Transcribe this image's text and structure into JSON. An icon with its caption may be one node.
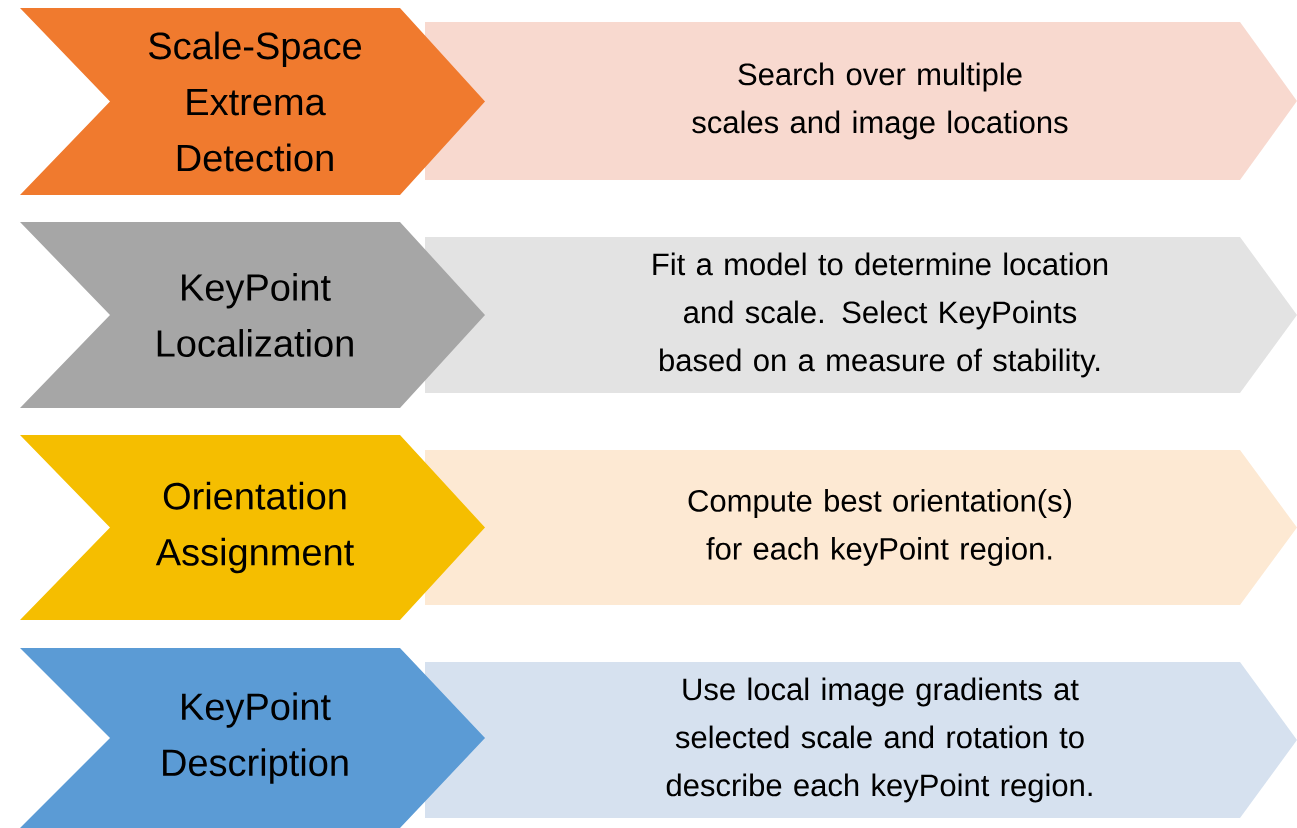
{
  "diagram": {
    "nodes": [
      {
        "text": [
          "Scale-Space Extrema Detection"
        ]
      },
      {
        "text": [
          "Search over multiple scales and image locations"
        ]
      },
      {
        "text": [
          "KeyPoint Localization"
        ]
      },
      {
        "text": [
          "Fit a model to determine location and scale. Select KeyPoints based on a measure of stability."
        ]
      },
      {
        "text": [
          "Orientation Assignment"
        ]
      },
      {
        "text": [
          "Compute best orientation(s) for each keyPoint region."
        ]
      },
      {
        "text": [
          "KeyPoint Description"
        ]
      },
      {
        "text": [
          "Use local image gradients at selected scale and rotation to describe each keyPoint region."
        ]
      }
    ]
  }
}
